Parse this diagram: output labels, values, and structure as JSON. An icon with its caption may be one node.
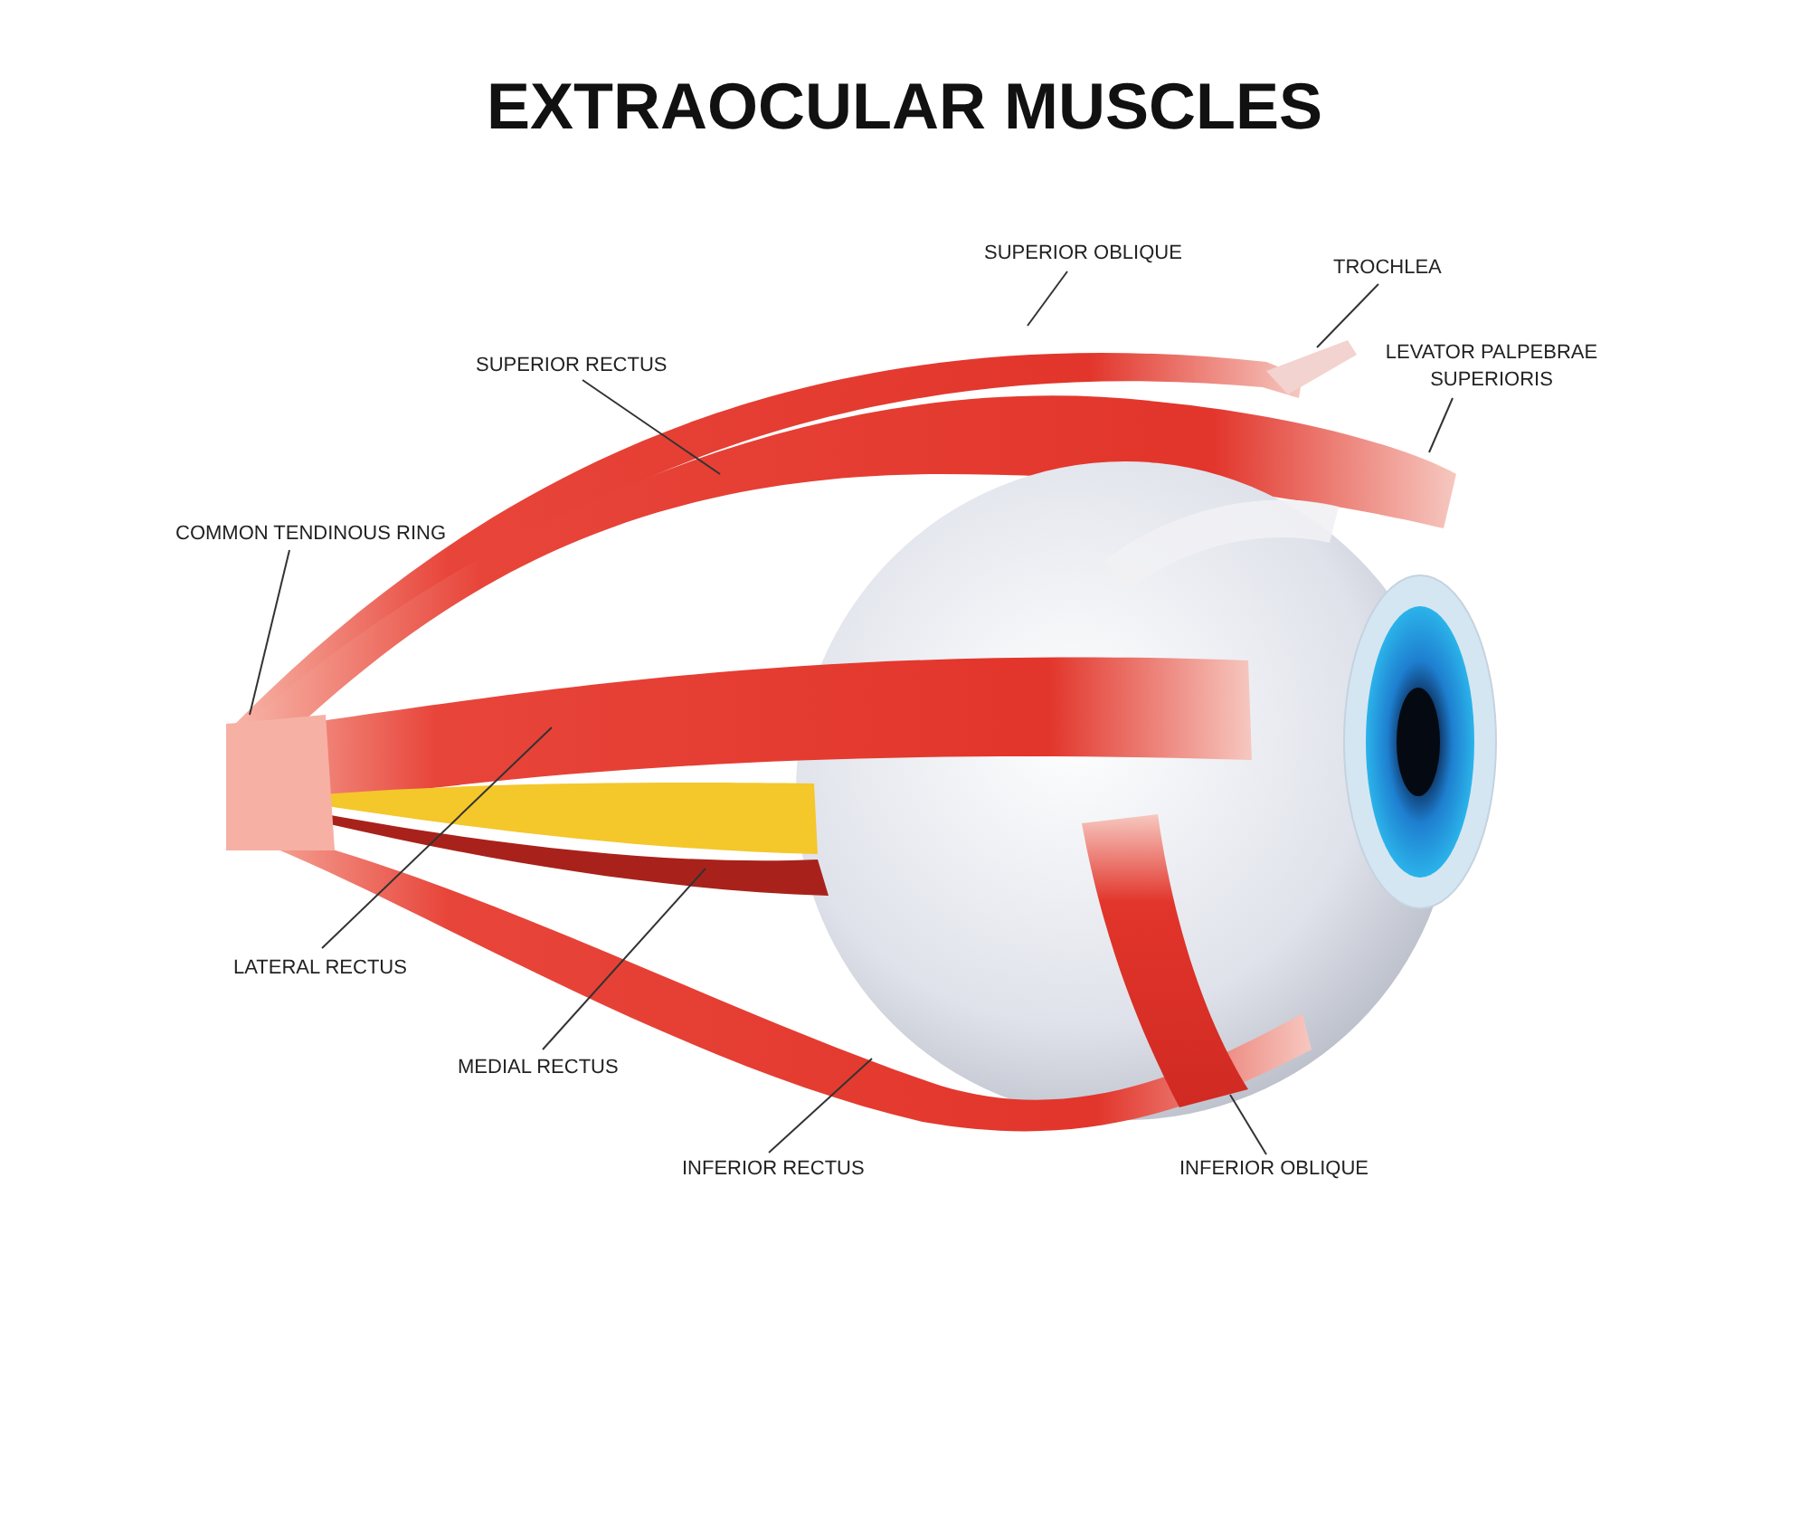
{
  "diagram": {
    "title": "EXTRAOCULAR MUSCLES",
    "nodes": [
      {
        "text": [
          "SUPERIOR OBLIQUE"
        ]
      },
      {
        "text": [
          "TROCHLEA"
        ]
      },
      {
        "text": [
          "SUPERIOR RECTUS"
        ]
      },
      {
        "text": [
          "LEVATOR PALPEBRAE SUPERIORIS"
        ]
      },
      {
        "text": [
          "COMMON TENDINOUS RING"
        ]
      },
      {
        "text": [
          "LATERAL RECTUS"
        ]
      },
      {
        "text": [
          "MEDIAL RECTUS"
        ]
      },
      {
        "text": [
          "INFERIOR RECTUS"
        ]
      },
      {
        "text": [
          "INFERIOR OBLIQUE"
        ]
      }
    ],
    "edges": [
      {
        "from": 0,
        "to": null,
        "arrow": "none"
      },
      {
        "from": 1,
        "to": null,
        "arrow": "none"
      },
      {
        "from": 2,
        "to": null,
        "arrow": "none"
      },
      {
        "from": 3,
        "to": null,
        "arrow": "none"
      },
      {
        "from": 4,
        "to": null,
        "arrow": "none"
      },
      {
        "from": 5,
        "to": null,
        "arrow": "none"
      },
      {
        "from": 6,
        "to": null,
        "arrow": "none"
      },
      {
        "from": 7,
        "to": null,
        "arrow": "none"
      },
      {
        "from": 8,
        "to": null,
        "arrow": "none"
      }
    ]
  }
}
